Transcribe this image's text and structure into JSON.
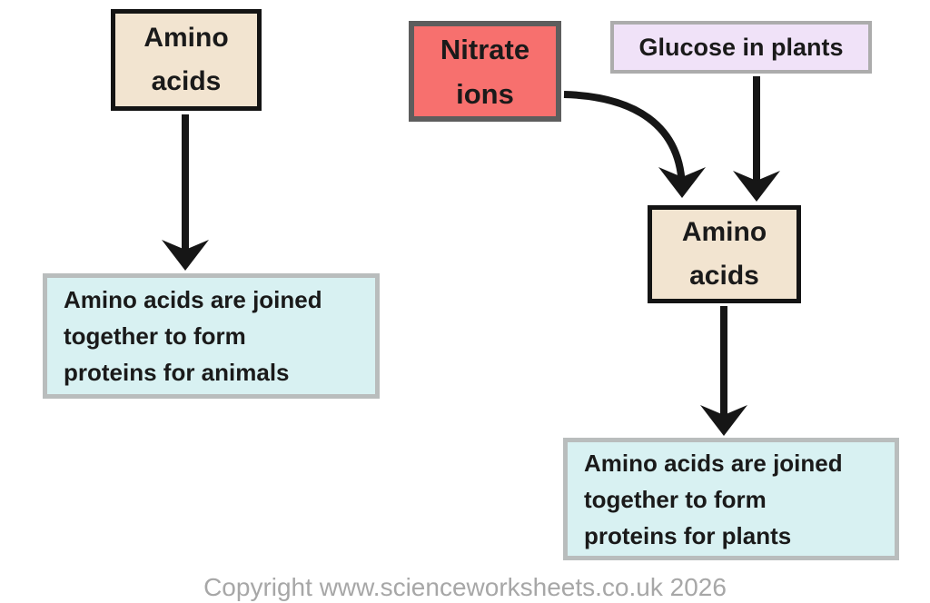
{
  "diagram": {
    "animal_flow": {
      "amino_label": "Amino\nacids",
      "description": "Amino acids are joined\ntogether to form\nproteins for animals"
    },
    "plant_flow": {
      "nitrate_label": "Nitrate\nions",
      "glucose_label": "Glucose in plants",
      "amino_label": "Amino\nacids",
      "description": "Amino acids are joined\ntogether to form\nproteins for plants"
    },
    "footer": "Copyright www.scienceworksheets.co.uk 2026",
    "colors": {
      "amino_box_fill": "#f2e4d0",
      "amino_box_border": "#141414",
      "nitrate_box_fill": "#f7706e",
      "nitrate_box_border": "#5d5d5d",
      "glucose_box_fill": "#f0e2f8",
      "glucose_box_border": "#acacac",
      "description_box_fill": "#d8f1f2",
      "description_box_border": "#b9bdbd",
      "arrow": "#161616",
      "footer_text": "#a7a7a7"
    }
  }
}
